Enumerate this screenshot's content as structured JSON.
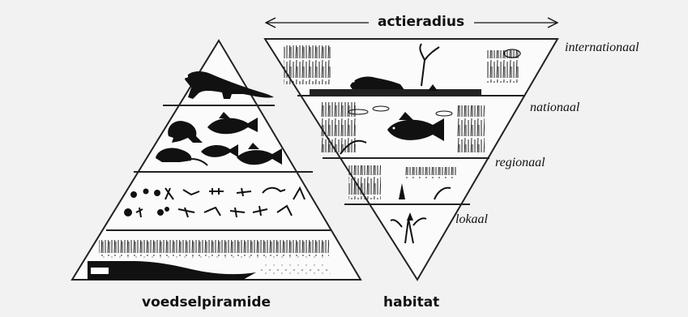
{
  "range_label": "actieradius",
  "food_pyramid_label": "voedselpiramide",
  "habitat_label": "habitat",
  "habitat_levels": [
    "internationaal",
    "nationaal",
    "regionaal",
    "lokaal"
  ],
  "icons": [
    "otter-icon",
    "frog-icon",
    "fish-icon",
    "rodent-icon",
    "insect-icon",
    "water-plant-icon",
    "reed-icon",
    "tree-icon"
  ]
}
